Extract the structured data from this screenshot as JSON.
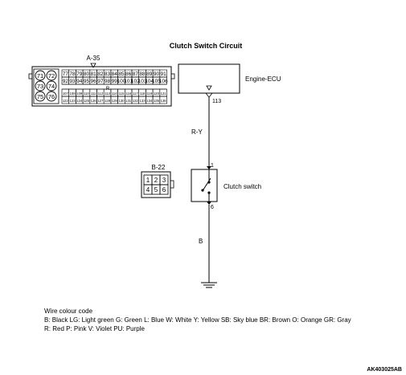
{
  "title": "Clutch Switch Circuit",
  "connector_a": {
    "id": "A-35",
    "row1": [
      "77",
      "78",
      "79",
      "80",
      "81",
      "82",
      "83",
      "84",
      "85",
      "86",
      "87",
      "88",
      "89",
      "90",
      "91"
    ],
    "row2": [
      "92",
      "93",
      "94",
      "95",
      "96",
      "97",
      "98",
      "99",
      "100",
      "101",
      "102",
      "103",
      "104",
      "105",
      "106"
    ],
    "row3": [
      "107",
      "108",
      "109",
      "110",
      "111",
      "112",
      "113",
      "114",
      "115",
      "116",
      "117",
      "118",
      "119",
      "120",
      "121"
    ],
    "row4": [
      "122",
      "123",
      "124",
      "125",
      "126",
      "127",
      "128",
      "129",
      "130",
      "131",
      "132",
      "133",
      "134",
      "135",
      "136"
    ],
    "left_pins": [
      "71",
      "72",
      "73",
      "74",
      "75",
      "76"
    ],
    "mid_label": "R"
  },
  "connector_b": {
    "id": "B-22",
    "pins": [
      "1",
      "2",
      "3",
      "4",
      "5",
      "6"
    ]
  },
  "ecu": {
    "label": "Engine-ECU",
    "terminal": "113"
  },
  "wire_upper": "R-Y",
  "switch": {
    "label": "Clutch switch",
    "pin_top": "1",
    "pin_bottom": "6"
  },
  "wire_lower": "B",
  "legend": {
    "heading": "Wire colour code",
    "line1": "B: Black  LG: Light green  G: Green  L: Blue  W: White  Y: Yellow  SB: Sky blue  BR: Brown  O: Orange  GR: Gray",
    "line2": "R: Red  P: Pink  V: Violet  PU: Purple"
  },
  "code": "AK403025AB"
}
